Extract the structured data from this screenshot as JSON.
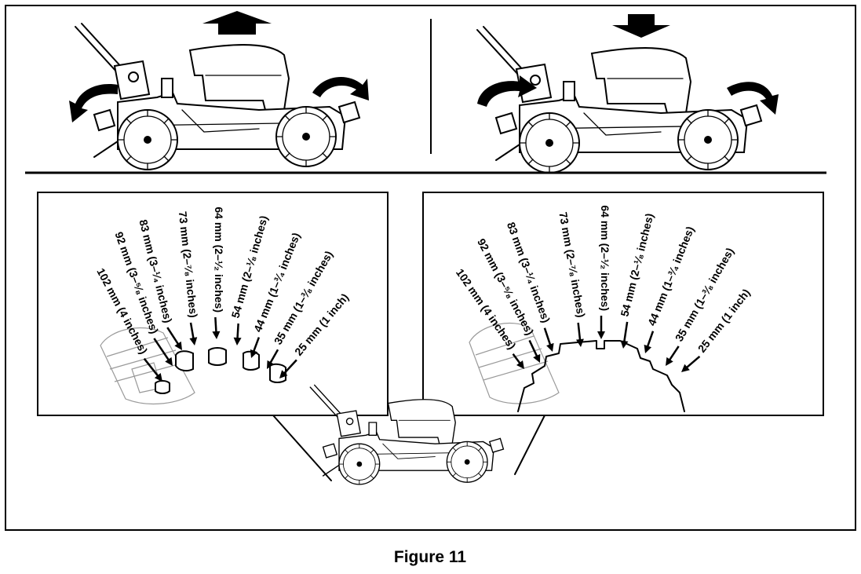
{
  "caption": "Figure 11",
  "height_labels": [
    "102 mm (4 inches)",
    "92 mm (3–⁵⁄₈ inches)",
    "83 mm (3–¹⁄₄ inches)",
    "73 mm (2–⁷⁄₈ inches)",
    "64 mm (2–¹⁄₂ inches)",
    "54 mm (2–¹⁄₈ inches)",
    "44 mm (1–³⁄₄ inches)",
    "35 mm (1–³⁄₈ inches)",
    "25 mm (1 inch)"
  ],
  "icons": {
    "raise_arrow": "arrow-up-icon",
    "lower_arrow": "arrow-down-icon",
    "rotate_arrows": "curved-arrow-icon"
  }
}
